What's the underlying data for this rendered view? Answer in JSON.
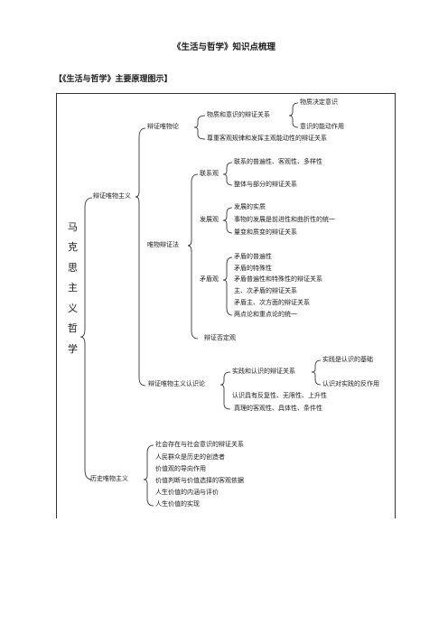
{
  "document": {
    "title": "《生活与哲学》知识点梳理",
    "section_title": "【《生活与哲学》主要原理图示】"
  },
  "root_chars": [
    "马",
    "克",
    "思",
    "主",
    "义",
    "哲",
    "学"
  ],
  "tree": {
    "dialectical_materialism": "辩证唯物主义",
    "dialectical_materialism_ontology": "辩证唯物论",
    "matter_consciousness": "物质和意识的辩证关系",
    "matter_determines": "物质决定意识",
    "consciousness_active": "意识的能动作用",
    "respect_law": "尊重客观规律和发挥主观能动性的辩证关系",
    "materialist_dialectics": "唯物辩证法",
    "connection_view": "联系观",
    "connection_items": [
      "联系的普遍性、客观性、多样性",
      "整体与部分的辩证关系"
    ],
    "development_view": "发展观",
    "development_items": [
      "发展的实质",
      "事物的发展是前进性和曲折性的统一",
      "量变和质变的辩证关系"
    ],
    "contradiction_view": "矛盾观",
    "contradiction_items": [
      "矛盾的普遍性",
      "矛盾的特殊性",
      "矛盾普遍性和特殊性的辩证关系",
      "主、次矛盾的辩证关系",
      "矛盾主、次方面的辩证关系",
      "两点论和重点论的统一"
    ],
    "dialectical_negation": "辩证否定观",
    "epistemology": "辩证唯物主义认识论",
    "practice_cognition": "实践和认识的辩证关系",
    "practice_basis": "实践是认识的基础",
    "cognition_reaction": "认识对实践的反作用",
    "epistemology_items": [
      "认识具有反复性、无限性、上升性",
      "真理的客观性、具体性、条件性"
    ],
    "historical_materialism": "历史唯物主义",
    "historical_items": [
      "社会存在与社会意识的辩证关系",
      "人民群众是历史的创造者",
      "价值观的导向作用",
      "价值判断与价值选择的客观依据",
      "人生价值的内涵与评价",
      "人生价值的实现"
    ]
  }
}
